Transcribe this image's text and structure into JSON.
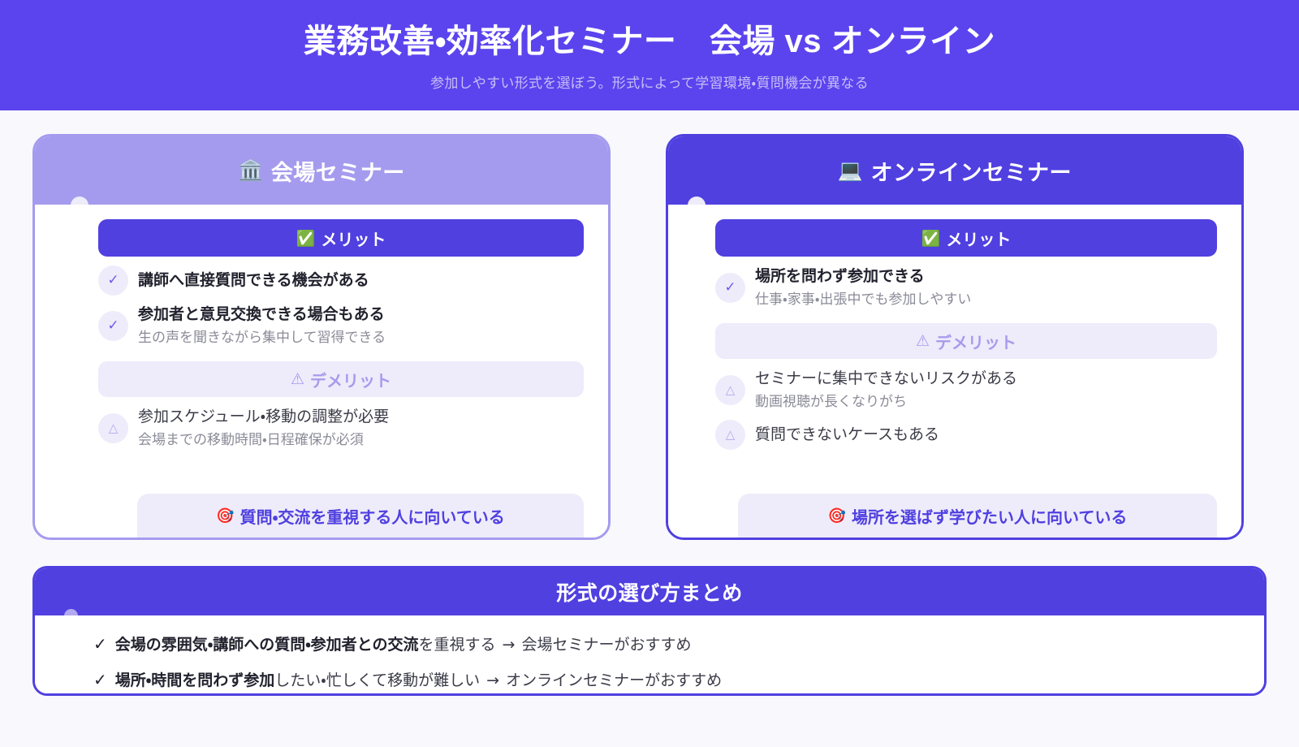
{
  "header": {
    "title": "業務改善・効率化セミナー　会場 vs オンライン",
    "subtitle": "参加しやすい形式を選ぼう。形式によって学習環境・質問機会が異なる",
    "bg_color": "#5b44ee",
    "title_color": "#ffffff",
    "subtitle_color": "#c7bef6"
  },
  "page": {
    "background": "#f8f8fd"
  },
  "cards": [
    {
      "id": "venue",
      "head_emoji": "🏛️",
      "head_emoji_name": "classical-building-icon",
      "title": "会場セミナー",
      "head_bg": "#a59bee",
      "border_color": "#a59bee",
      "merit_label": "メリット",
      "merit_emoji": "✅",
      "merit_emoji_name": "check-mark-button-icon",
      "demerit_label": "デメリット",
      "demerit_emoji": "⚠",
      "demerit_emoji_name": "warning-icon",
      "merits": [
        {
          "mark": "✓",
          "title": "講師へ直接質問できる機会がある",
          "sub": ""
        },
        {
          "mark": "✓",
          "title": "参加者と意見交換できる場合もある",
          "sub": "生の声を聞きながら集中して習得できる"
        }
      ],
      "demerits": [
        {
          "mark": "△",
          "title": "参加スケジュール・移動の調整が必要",
          "sub": "会場までの移動時間・日程確保が必須"
        }
      ],
      "recommend_emoji": "🎯",
      "recommend_emoji_name": "direct-hit-icon",
      "recommend": "質問・交流を重視する人に向いている"
    },
    {
      "id": "online",
      "head_emoji": "💻",
      "head_emoji_name": "laptop-icon",
      "title": "オンラインセミナー",
      "head_bg": "#5040e0",
      "border_color": "#5040e0",
      "merit_label": "メリット",
      "merit_emoji": "✅",
      "merit_emoji_name": "check-mark-button-icon",
      "demerit_label": "デメリット",
      "demerit_emoji": "⚠",
      "demerit_emoji_name": "warning-icon",
      "merits": [
        {
          "mark": "✓",
          "title": "場所を問わず参加できる",
          "sub": "仕事・家事・出張中でも参加しやすい"
        }
      ],
      "demerits": [
        {
          "mark": "△",
          "title": "セミナーに集中できないリスクがある",
          "sub": "動画視聴が長くなりがち"
        },
        {
          "mark": "△",
          "title": "質問できないケースもある",
          "sub": ""
        }
      ],
      "recommend_emoji": "🎯",
      "recommend_emoji_name": "direct-hit-icon",
      "recommend": "場所を選ばず学びたい人に向いている"
    }
  ],
  "summary": {
    "title": "形式の選び方まとめ",
    "head_bg": "#5040e0",
    "lines": [
      {
        "check": "✓",
        "bold": "会場の雰囲気・講師への質問・参加者との交流",
        "rest": "を重視する",
        "arrow": "→",
        "tail": "会場セミナーがおすすめ"
      },
      {
        "check": "✓",
        "bold": "場所・時間を問わず参加",
        "rest": "したい・忙しくて移動が難しい",
        "arrow": "→",
        "tail": "オンラインセミナーがおすすめ"
      }
    ]
  }
}
